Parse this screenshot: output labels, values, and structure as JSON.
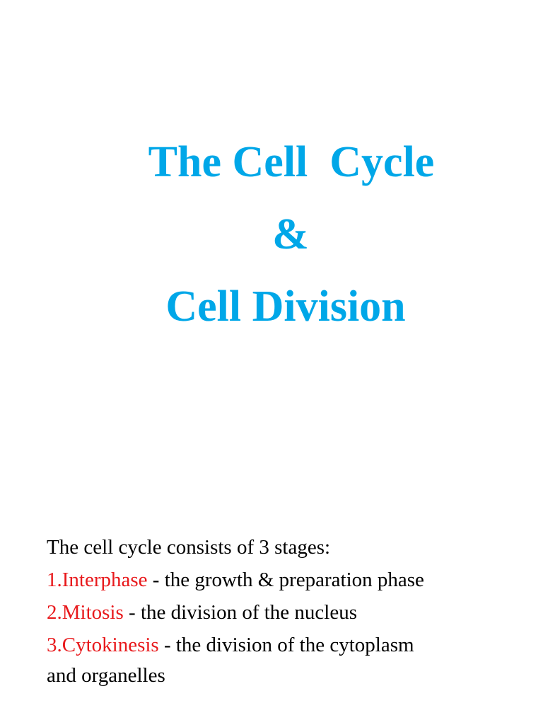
{
  "title": {
    "line1": "The Cell  Cycle",
    "line2": "&",
    "line3": "Cell Division"
  },
  "body": {
    "intro": "The cell cycle consists of 3 stages:",
    "items": [
      {
        "term": "1.Interphase",
        "desc": " - the growth & preparation phase"
      },
      {
        "term": "2.Mitosis",
        "desc": " - the division of the nucleus"
      },
      {
        "term": "3.Cytokinesis",
        "desc": " - the division of the cytoplasm",
        "desc_cont": "and organelles"
      }
    ]
  },
  "colors": {
    "title": "#00a7e8",
    "term": "#e8191c",
    "text": "#000000",
    "background": "#ffffff"
  }
}
